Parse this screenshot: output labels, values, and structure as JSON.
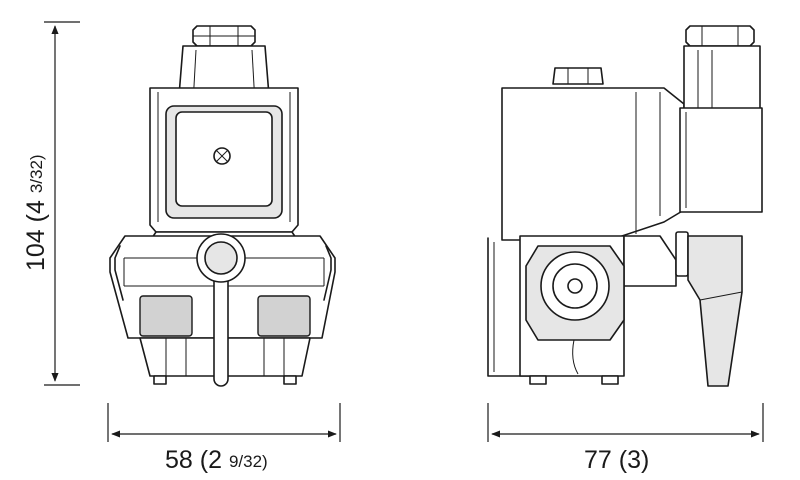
{
  "dimensions": {
    "height": {
      "main": "104 (4 ",
      "fraction": "3/32)"
    },
    "width_front": {
      "main": "58 (2 ",
      "fraction": "9/32)"
    },
    "width_side": {
      "main": "77 (3)"
    }
  },
  "colors": {
    "line": "#1a1a1a",
    "shade": "#e6e6e6",
    "shade_dark": "#d2d2d2",
    "background": "#ffffff"
  },
  "icons": [
    "arrow-head",
    "screw-head",
    "cable-gland",
    "manual-override-lever"
  ]
}
